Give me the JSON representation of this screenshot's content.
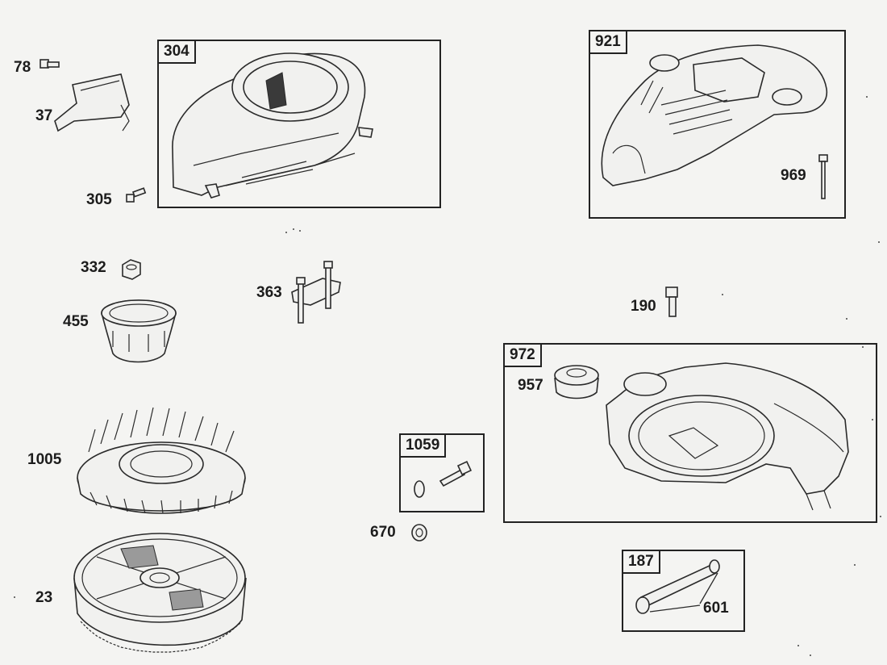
{
  "boxes": {
    "b304": "304",
    "b921": "921",
    "b972": "972",
    "b1059": "1059",
    "b187": "187"
  },
  "labels": {
    "l78": "78",
    "l37": "37",
    "l305": "305",
    "l969": "969",
    "l332": "332",
    "l455": "455",
    "l363": "363",
    "l190": "190",
    "l957": "957",
    "l1005": "1005",
    "l670": "670",
    "l23": "23",
    "l601": "601"
  }
}
